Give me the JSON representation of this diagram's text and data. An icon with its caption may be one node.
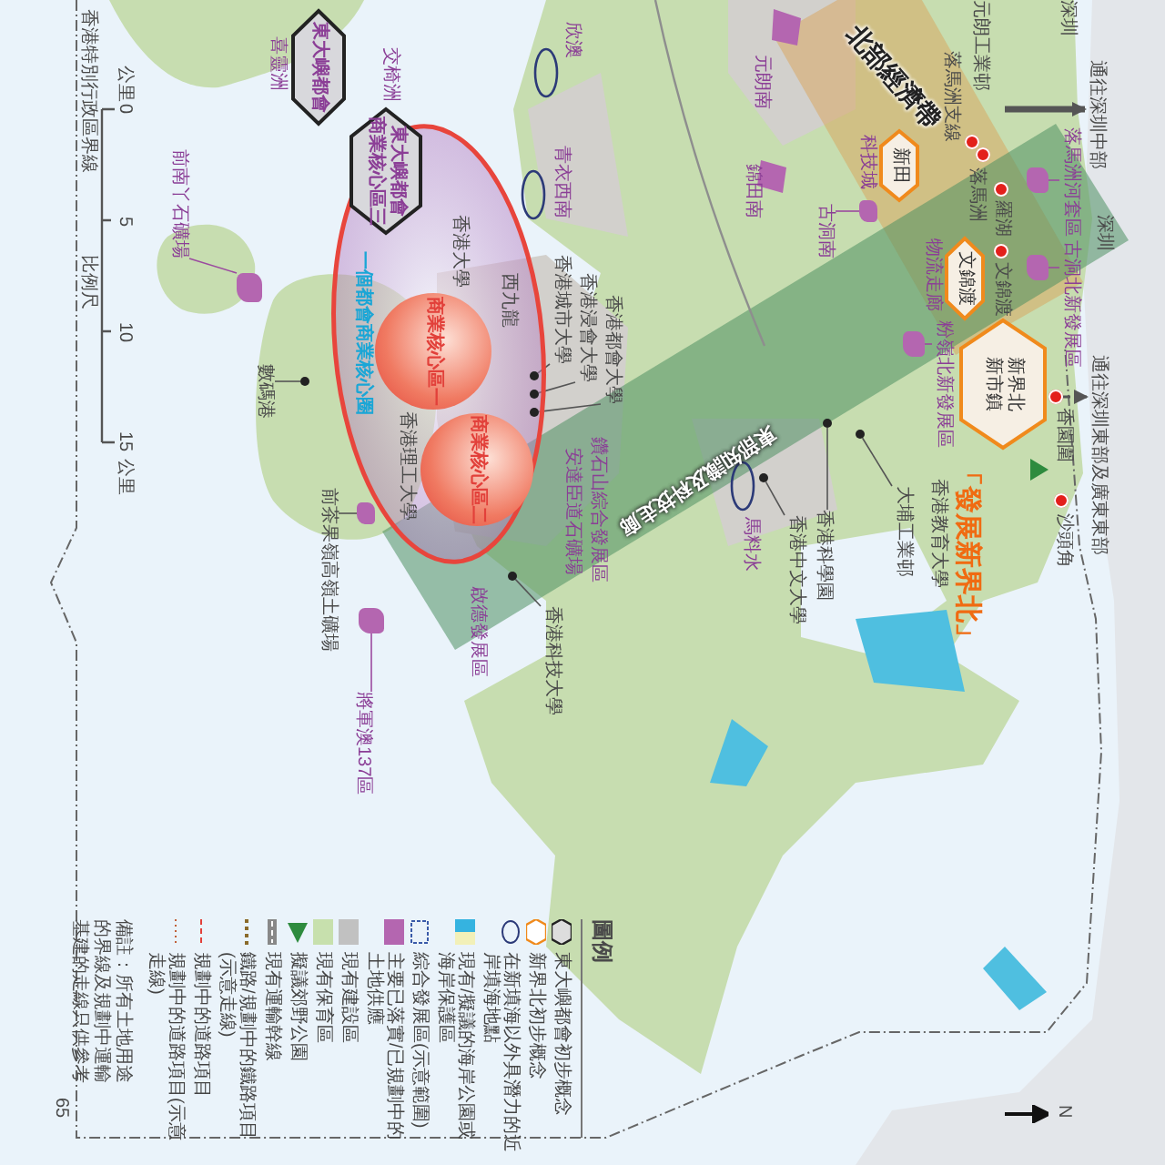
{
  "diagram": {
    "nodes": [
      {
        "text": [
          "一個都會商業核心圈"
        ]
      },
      {
        "text": [
          "商業核心區一"
        ],
        "in": 0
      },
      {
        "text": [
          "商業核心區二"
        ],
        "in": 0
      },
      {
        "text": [
          "東大嶼都會"
        ],
        "beside": [
          "喜靈洲"
        ]
      },
      {
        "text": [
          "東大嶼都會",
          "商業核心區三"
        ],
        "beside": [
          "交椅洲"
        ]
      },
      {
        "text": [],
        "shape": "ellipse",
        "beside": [
          "欣澳"
        ]
      },
      {
        "text": [],
        "shape": "ellipse",
        "beside": [
          "青衣西南"
        ]
      },
      {
        "text": [],
        "shape": "ellipse",
        "beside": [
          "馬料水"
        ]
      },
      {
        "text": [
          "新田"
        ],
        "beside": [
          "科技城"
        ]
      },
      {
        "text": [
          "文錦渡"
        ],
        "beside": [
          "物流走廊"
        ]
      },
      {
        "text": [
          "新界北",
          "新市鎮"
        ]
      },
      {
        "text": [],
        "shape": "circle",
        "beside": [
          "落馬洲支線"
        ]
      },
      {
        "text": [],
        "shape": "circle",
        "beside": [
          "落馬洲"
        ]
      },
      {
        "text": [],
        "shape": "circle",
        "beside": [
          "羅湖"
        ]
      },
      {
        "text": [],
        "shape": "circle",
        "beside": [
          "文錦渡"
        ]
      },
      {
        "text": [],
        "shape": "circle",
        "beside": [
          "香園圍"
        ]
      },
      {
        "text": [],
        "shape": "circle",
        "beside": [
          "沙頭角"
        ]
      },
      {
        "text": [
          "通往深圳中部"
        ]
      },
      {
        "text": [
          "通往深圳東部及廣東東部"
        ]
      },
      {
        "text": [
          "前南丫石礦場"
        ]
      },
      {
        "text": [
          "數碼港"
        ]
      },
      {
        "text": [],
        "shape": "circle"
      },
      {
        "text": [
          "香港城市大學"
        ]
      },
      {
        "text": [],
        "shape": "circle",
        "in": 0
      },
      {
        "text": [
          "香港浸會大學"
        ]
      },
      {
        "text": [],
        "shape": "circle",
        "in": 0
      },
      {
        "text": [
          "香港都會大學"
        ]
      },
      {
        "text": [],
        "shape": "circle",
        "in": 0
      },
      {
        "text": [
          "香港科技大學"
        ]
      },
      {
        "text": [],
        "shape": "circle"
      },
      {
        "text": [
          "將軍澳137區"
        ]
      },
      {
        "text": [
          "香港中文大學"
        ]
      },
      {
        "text": [],
        "shape": "circle"
      },
      {
        "text": [
          "香港科學園"
        ]
      },
      {
        "text": [],
        "shape": "circle"
      },
      {
        "text": [
          "大埔工業邨"
        ]
      },
      {
        "text": [],
        "shape": "circle"
      },
      {
        "text": [
          "古洞南"
        ]
      },
      {
        "text": [
          "落馬洲河套區"
        ]
      },
      {
        "text": [
          "古洞北新發展區"
        ]
      },
      {
        "text": [
          "粉嶺北新發展區"
        ]
      },
      {
        "text": [
          "前茶果嶺高嶺土礦場"
        ]
      },
      {
        "text": [],
        "shape": "box"
      },
      {
        "text": [],
        "shape": "box"
      },
      {
        "text": [],
        "shape": "box"
      },
      {
        "text": [],
        "shape": "box"
      },
      {
        "text": [],
        "shape": "box"
      },
      {
        "text": [],
        "shape": "box"
      },
      {
        "text": [],
        "shape": "box"
      }
    ],
    "edges": [
      {
        "from": null,
        "to": 17,
        "arrow": "to",
        "style": "thick"
      },
      {
        "from": 15,
        "to": 18,
        "arrow": "to",
        "style": "dashed"
      },
      {
        "from": 19,
        "to": 42,
        "arrow": "none",
        "color": "#9b4a9f"
      },
      {
        "from": 20,
        "to": 21,
        "arrow": "none"
      },
      {
        "from": 22,
        "to": 23,
        "arrow": "none"
      },
      {
        "from": 24,
        "to": 25,
        "arrow": "none"
      },
      {
        "from": 26,
        "to": 27,
        "arrow": "none"
      },
      {
        "from": 28,
        "to": 29,
        "arrow": "none"
      },
      {
        "from": 30,
        "to": 43,
        "arrow": "none",
        "color": "#9b4a9f"
      },
      {
        "from": 31,
        "to": 32,
        "arrow": "none"
      },
      {
        "from": 33,
        "to": 34,
        "arrow": "none"
      },
      {
        "from": 35,
        "to": 36,
        "arrow": "none"
      },
      {
        "from": 37,
        "to": 44,
        "arrow": "none",
        "color": "#9b4a9f"
      },
      {
        "from": 38,
        "to": 45,
        "arrow": "none",
        "color": "#9b4a9f"
      },
      {
        "from": 39,
        "to": 46,
        "arrow": "none",
        "color": "#9b4a9f"
      },
      {
        "from": 40,
        "to": 47,
        "arrow": "none",
        "color": "#9b4a9f"
      },
      {
        "from": 41,
        "to": 48,
        "arrow": "none"
      }
    ],
    "labels": [
      "香港特別行政區界線",
      "公里",
      "0",
      "5",
      "10",
      "15",
      "公里",
      "比例尺",
      "北部經濟帶",
      "東部知識及科技走廊",
      "「發展新界北」",
      "深圳",
      "深圳",
      "元朗工業邨",
      "元朗南",
      "錦田南",
      "啟德發展區",
      "鑽石山綜合發展區",
      "安達臣道石礦場",
      "香港教育大學",
      "香港大學",
      "西九龍",
      "香港理工大學",
      "圖例",
      "備註：所有土地用途的界線及規劃中運輸基建的走線只供參考",
      "65",
      "N"
    ],
    "legend": [
      {
        "text": "東大嶼都會初步概念"
      },
      {
        "text": "新界北初步概念"
      },
      {
        "text": "在新填海以外具潛力的近岸填海地點"
      },
      {
        "text": "現有/擬議的海岸公園或海岸保護區"
      },
      {
        "text": "綜合發展區(示意範圍)"
      },
      {
        "text": "主要已落實/已規劃中的土地供應",
        "color": "#b466b0"
      },
      {
        "text": "現有建設區",
        "color": "#c1c1c1"
      },
      {
        "text": "現有保育區",
        "color": "#c7e0ad"
      },
      {
        "text": "擬議郊野公園"
      },
      {
        "text": "現有運輸幹線"
      },
      {
        "text": "鐵路/規劃中的鐵路項目(示意走線)"
      },
      {
        "text": "規劃中的道路項目"
      },
      {
        "text": "規劃中的道路項目(示意走線)"
      }
    ]
  }
}
